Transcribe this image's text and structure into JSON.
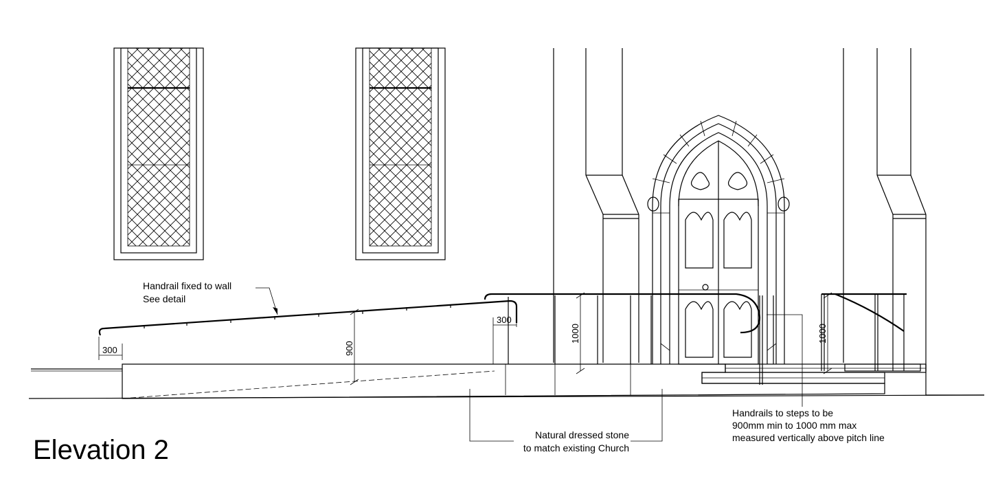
{
  "title": "Elevation 2",
  "annotations": {
    "handrail_line1": "Handrail fixed to wall",
    "handrail_line2": "See detail",
    "stone_line1": "Natural dressed stone",
    "stone_line2": "to match existing Church",
    "steps_line1": "Handrails to steps to be",
    "steps_line2": "900mm min to 1000 mm max",
    "steps_line3": "measured vertically above pitch line"
  },
  "dimensions": {
    "ramp_start_extension": "300",
    "ramp_end_extension": "300",
    "ramp_handrail_height": "900",
    "landing_handrail_height": "1000",
    "steps_handrail_height": "1000"
  }
}
